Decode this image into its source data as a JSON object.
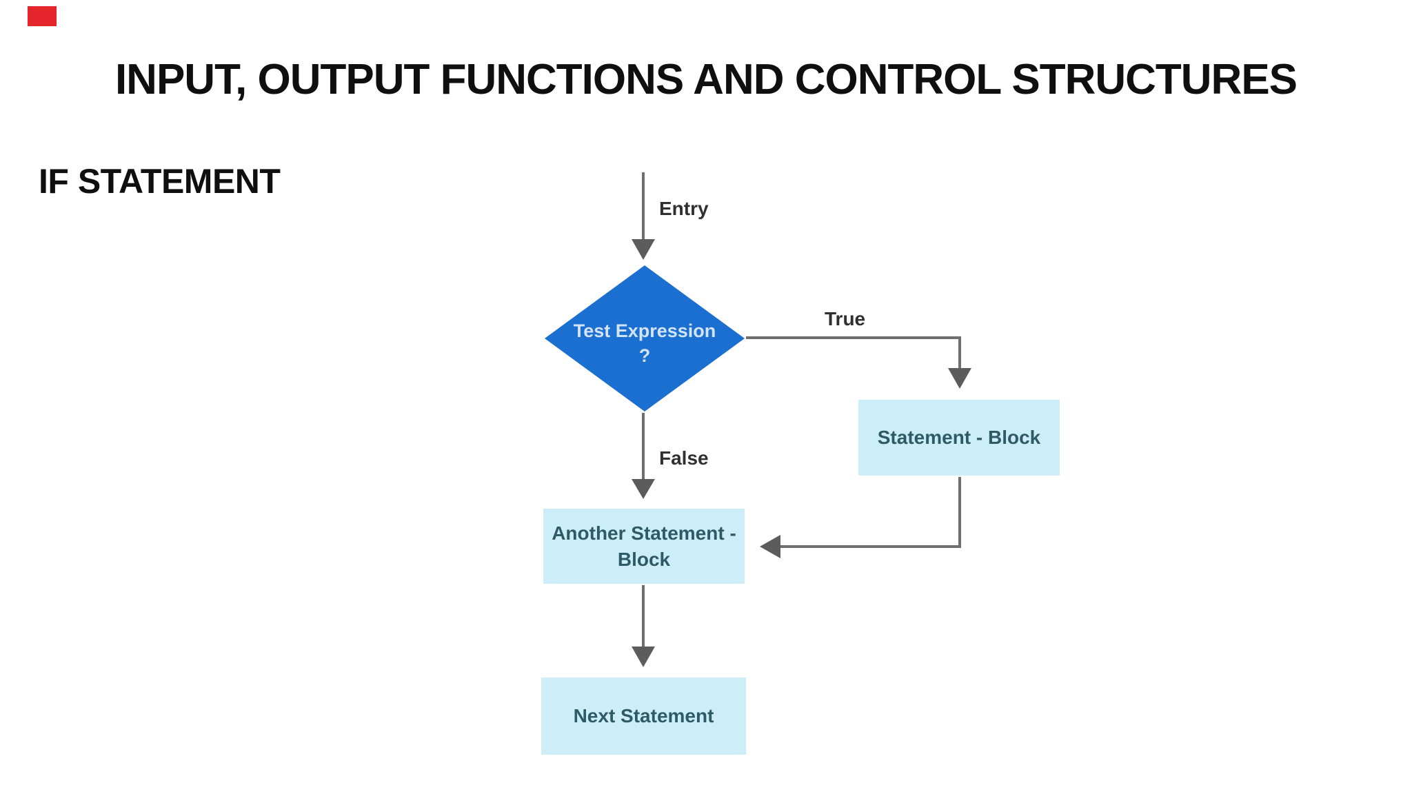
{
  "page": {
    "title": "INPUT, OUTPUT FUNCTIONS AND CONTROL STRUCTURES",
    "subtitle": "IF STATEMENT"
  },
  "flowchart": {
    "entry_label": "Entry",
    "true_label": "True",
    "false_label": "False",
    "decision_line1": "Test Expression",
    "decision_line2": "?",
    "statement_block_label": "Statement - Block",
    "another_block_line1": "Another Statement -",
    "another_block_line2": "Block",
    "next_statement_label": "Next Statement"
  },
  "colors": {
    "diamond_fill": "#1a6fd0",
    "diamond_text": "#d3e4f8",
    "box_fill": "#cdeef9",
    "box_text": "#2d5a66",
    "line": "#6f6f6f",
    "arrow": "#5c5c5c",
    "label_text": "#303030",
    "title_text": "#0f0f0f",
    "marker_red": "#e4262c"
  }
}
